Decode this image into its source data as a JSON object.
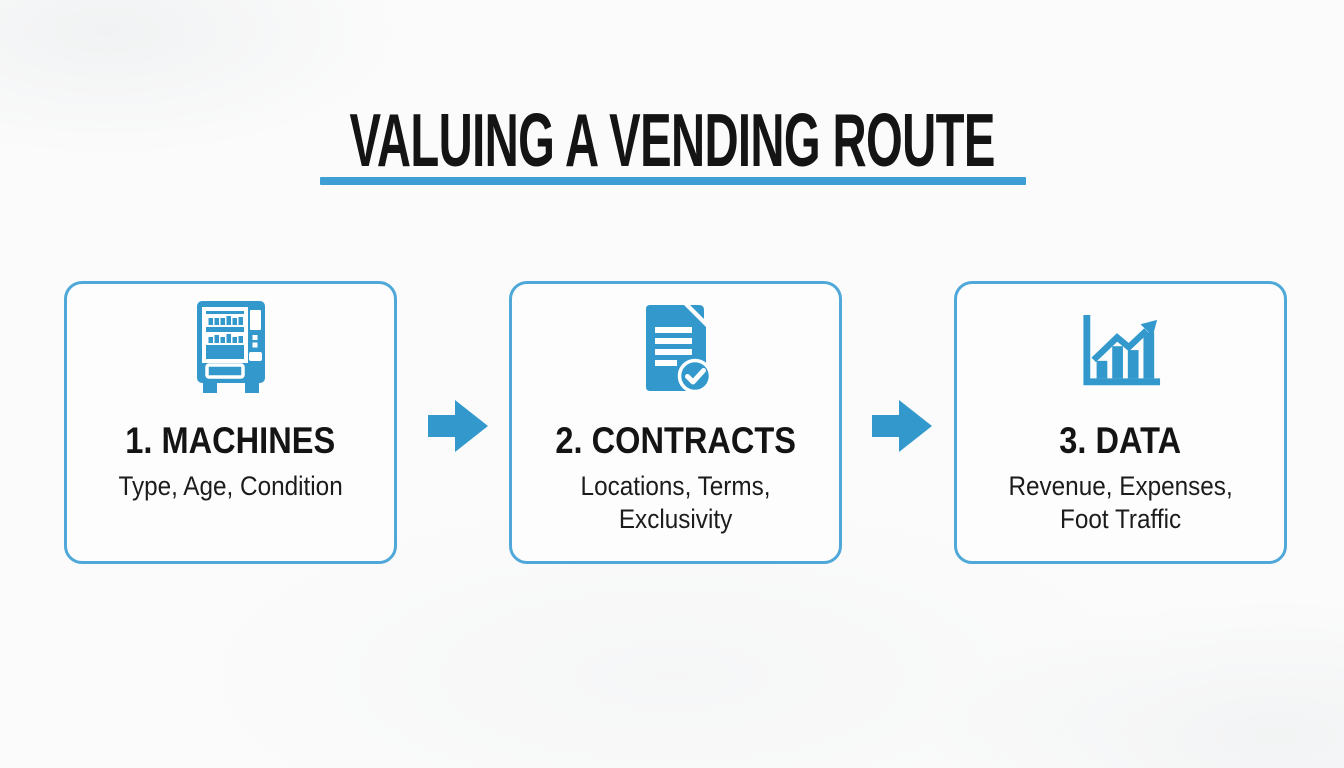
{
  "title": {
    "text": "VALUING A VENDING ROUTE"
  },
  "colors": {
    "accent": "#3399CC",
    "border": "#4FA8D8",
    "underline": "#3E9FD4",
    "heading_text": "#141414",
    "body_text": "#1C1C1C",
    "background": "#FBFBFB",
    "card_background": "#FDFDFE"
  },
  "steps": [
    {
      "icon": "vending-machine-icon",
      "heading": "1. MACHINES",
      "subtitle": "Type, Age, Condition"
    },
    {
      "icon": "document-check-icon",
      "heading": "2. CONTRACTS",
      "subtitle": "Locations, Terms,\nExclusivity"
    },
    {
      "icon": "bar-chart-growth-icon",
      "heading": "3. DATA",
      "subtitle": "Revenue, Expenses,\nFoot Traffic"
    }
  ],
  "connectors": [
    {
      "icon": "arrow-right-icon"
    },
    {
      "icon": "arrow-right-icon"
    }
  ]
}
